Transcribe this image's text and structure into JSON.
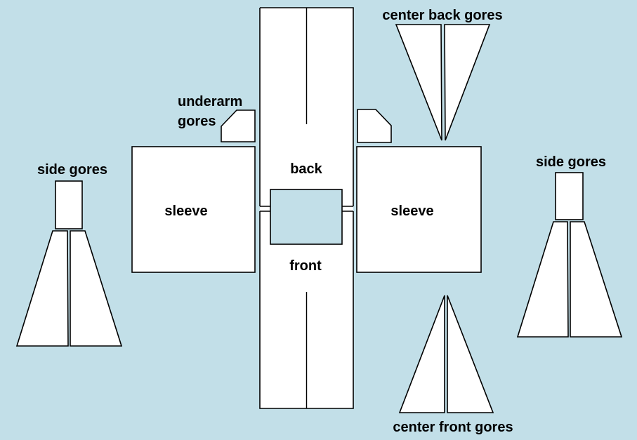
{
  "diagram": {
    "type": "garment-pattern-layout",
    "labels": {
      "center_back_gores": "center back gores",
      "underarm_line1": "underarm",
      "underarm_line2": "gores",
      "side_gores_left": "side gores",
      "side_gores_right": "side gores",
      "sleeve_left": "sleeve",
      "sleeve_right": "sleeve",
      "back": "back",
      "front": "front",
      "center_front_gores": "center front gores"
    },
    "pieces": [
      {
        "name": "body",
        "shape": "tall rectangle with neck opening, back slit and front slit",
        "count": 1
      },
      {
        "name": "sleeve",
        "shape": "large square",
        "count": 2
      },
      {
        "name": "underarm gore",
        "shape": "square with one clipped corner",
        "count": 2
      },
      {
        "name": "center back gore",
        "shape": "downward-pointing triangle",
        "count": 2
      },
      {
        "name": "center front gore",
        "shape": "upward-pointing triangle",
        "count": 2
      },
      {
        "name": "side gore",
        "shape": "small rectangle above two tapered panels",
        "count": 2
      }
    ]
  },
  "colors": {
    "background": "#c2dfe8",
    "piece_fill": "#ffffff",
    "piece_stroke": "#000000",
    "text": "#000000"
  }
}
